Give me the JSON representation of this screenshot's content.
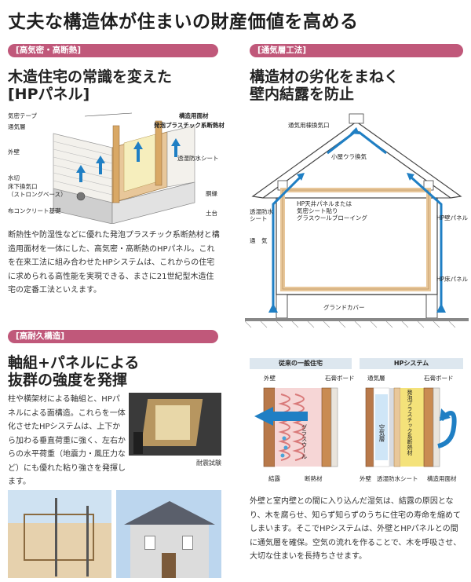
{
  "page": {
    "title": "丈夫な構造体が住まいの財産価値を高める"
  },
  "sections": {
    "airtight": {
      "tag": "[高気密・高断熱]",
      "heading_line1": "木造住宅の常識を変えた",
      "heading_line2": "[HPパネル]",
      "body": "断熱性や防湿性などに優れた発泡プラスチック系断熱材と構造用面材を一体にした、高気密・高断熱のHPパネル。これを在来工法に組み合わせたHPシステムは、これからの住宅に求められる高性能を実現できる、まさに21世紀型木造住宅の定番工法といえます。",
      "labels": {
        "airtight_tape": "気密テープ",
        "vent_layer": "通気層",
        "exterior_wall": "外壁",
        "water_cut": "水切",
        "floor_vent_1": "床下換気口",
        "floor_vent_2": "（ストロングベース）",
        "concrete_base": "布コンクリート基礎",
        "structural_board": "構造用面材",
        "insulation": "発泡プラスチック系断熱材",
        "moisture_sheet": "透湿防水シート",
        "sill": "胴縁",
        "sill_plate": "土台"
      }
    },
    "ventilation": {
      "tag": "[通気層工法]",
      "heading_line1": "構造材の劣化をまねく",
      "heading_line2": "壁内結露を防止",
      "labels": {
        "ridge_vent": "通気用棟換気口",
        "attic_vent": "小屋ウラ換気",
        "ceiling_panel_1": "HP天井パネルまたは",
        "ceiling_panel_2": "気密シート貼り",
        "ceiling_panel_3": "グラスウールブローイング",
        "moisture_sheet_1": "透湿防水",
        "moisture_sheet_2": "シート",
        "airflow": "通　気",
        "wall_panel": "HP壁パネル",
        "floor_panel": "HP床パネル",
        "ground_cover": "グランドカバー"
      }
    },
    "comparison": {
      "left_title": "従来の一般住宅",
      "right_title": "HPシステム",
      "left_labels": {
        "exterior": "外壁",
        "gypsum": "石膏ボード",
        "glasswool": "グラスウール",
        "condensation": "結露",
        "insulation": "断熱材"
      },
      "right_labels": {
        "vent_layer": "通気層",
        "gypsum": "石膏ボード",
        "air_layer": "空気層",
        "foam": "発泡プラスチック系断熱材",
        "exterior": "外壁",
        "moisture_sheet": "透湿防水シート",
        "structural_board": "構造用面材"
      },
      "body": "外壁と室内壁との間に入り込んだ湿気は、結露の原因となり、木を腐らせ、知らず知らずのうちに住宅の寿命を縮めてしまいます。そこでHPシステムは、外壁とHPパネルとの間に通気層を確保。空気の流れを作ることで、木を呼吸させ、大切な住まいを長持ちさせます。"
    },
    "durability": {
      "tag": "[高耐久構造]",
      "heading_line1": "軸組+パネルによる",
      "heading_line2": "抜群の強度を発揮",
      "body": "柱や横架材による軸組と、HPパネルによる面構造。これらを一体化させたHPシステムは、上下から加わる垂直荷重に強く、左右からの水平荷重（地震力・風圧力など）にも優れた粘り強さを発揮します。",
      "photo_caption": "耐震試験"
    }
  },
  "colors": {
    "tag_bg": "#c0587a",
    "arrow_blue": "#1f7fc4",
    "wood": "#e8c79a",
    "insulation_yellow": "#f4e27a"
  }
}
